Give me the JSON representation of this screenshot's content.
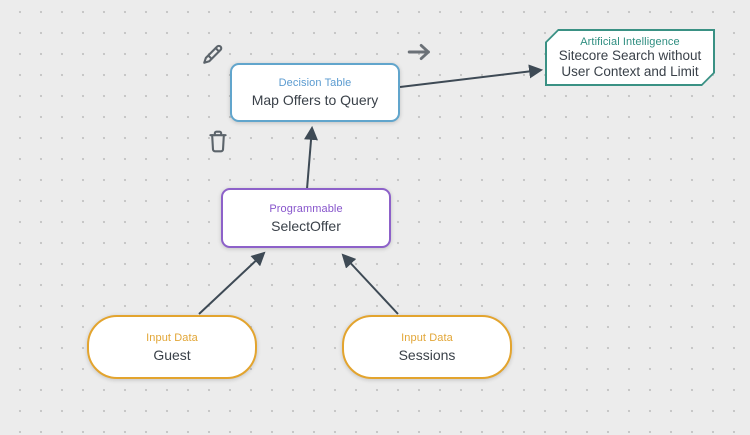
{
  "diagram": {
    "nodes": {
      "decision_table": {
        "type_label": "Decision Table",
        "name": "Map Offers to Query",
        "accent": "#5b9bd0",
        "shape": "rounded-rect"
      },
      "ai_search": {
        "type_label": "Artificial Intelligence",
        "name": "Sitecore Search without User Context and Limit",
        "accent": "#2f8e80",
        "shape": "chamfered-rect"
      },
      "select_offer": {
        "type_label": "Programmable",
        "name": "SelectOffer",
        "accent": "#8856cc",
        "shape": "rounded-rect"
      },
      "guest": {
        "type_label": "Input Data",
        "name": "Guest",
        "accent": "#e3a42e",
        "shape": "stadium"
      },
      "sessions": {
        "type_label": "Input Data",
        "name": "Sessions",
        "accent": "#e3a42e",
        "shape": "stadium"
      }
    },
    "connections": [
      {
        "from": "decision_table",
        "to": "ai_search"
      },
      {
        "from": "select_offer",
        "to": "decision_table"
      },
      {
        "from": "guest",
        "to": "select_offer"
      },
      {
        "from": "sessions",
        "to": "select_offer"
      }
    ],
    "toolbar_icons": [
      "edit-pencil",
      "delete-trash",
      "connect-arrow"
    ],
    "colors": {
      "canvas_background": "#ececec",
      "grid_dot": "#c5c5c5",
      "connector": "#3e4a55",
      "icon": "#5c646b",
      "node_fill": "#ffffff"
    }
  }
}
